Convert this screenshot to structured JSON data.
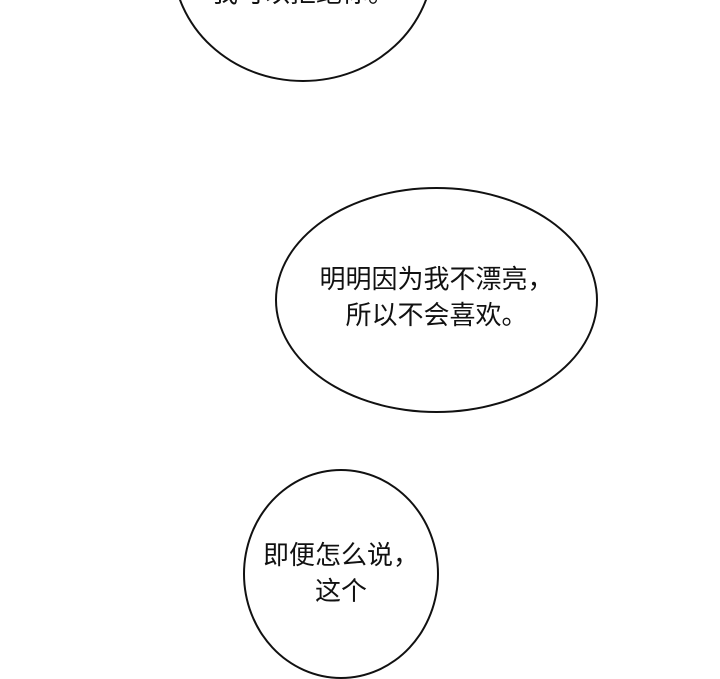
{
  "bubbles": [
    {
      "lines": [
        "我可以拒绝你。"
      ]
    },
    {
      "lines": [
        "明明因为我不漂亮，",
        "所以不会喜欢。"
      ]
    },
    {
      "lines": [
        "即便怎么说，",
        "这个"
      ]
    }
  ]
}
